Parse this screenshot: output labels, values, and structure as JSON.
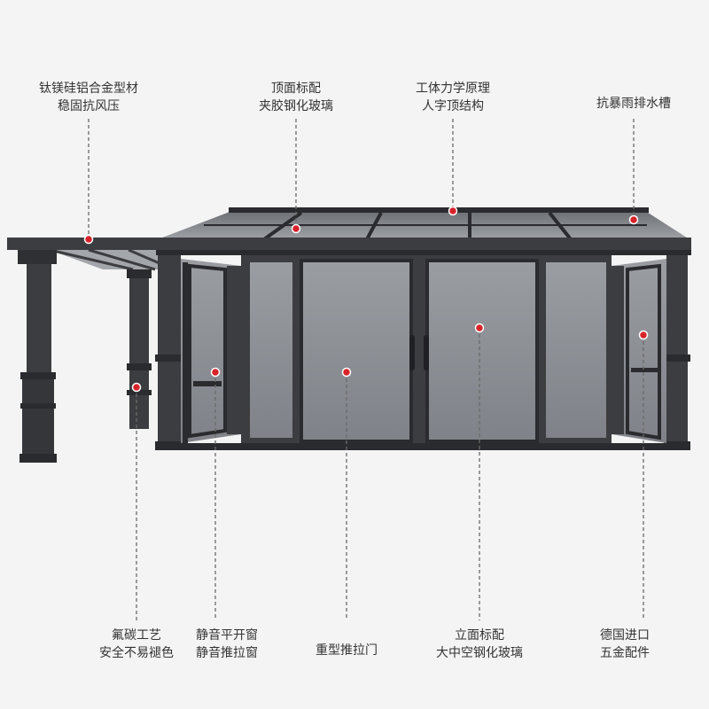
{
  "callouts_top": [
    {
      "id": "alloy",
      "line1": "钛镁硅铝合金型材",
      "line2": "稳固抗风压"
    },
    {
      "id": "roof-glass",
      "line1": "顶面标配",
      "line2": "夹胶钢化玻璃"
    },
    {
      "id": "ergonomic",
      "line1": "工体力学原理",
      "line2": "人字顶结构"
    },
    {
      "id": "gutter",
      "line1": "抗暴雨排水槽",
      "line2": ""
    }
  ],
  "callouts_bottom": [
    {
      "id": "fluorocarbon",
      "line1": "氟碳工艺",
      "line2": "安全不易褪色"
    },
    {
      "id": "windows",
      "line1": "静音平开窗",
      "line2": "静音推拉窗"
    },
    {
      "id": "sliding-door",
      "line1": "重型推拉门",
      "line2": ""
    },
    {
      "id": "facade-glass",
      "line1": "立面标配",
      "line2": "大中空钢化玻璃"
    },
    {
      "id": "hardware",
      "line1": "德国进口",
      "line2": "五金配件"
    }
  ],
  "colors": {
    "frame": "#3c3d40",
    "frame_dark": "#2a2b2e",
    "glass": "#8a8d92",
    "glass_light": "#b9bcc1",
    "marker": "#d8232a",
    "leader": "#6a6a6a"
  }
}
